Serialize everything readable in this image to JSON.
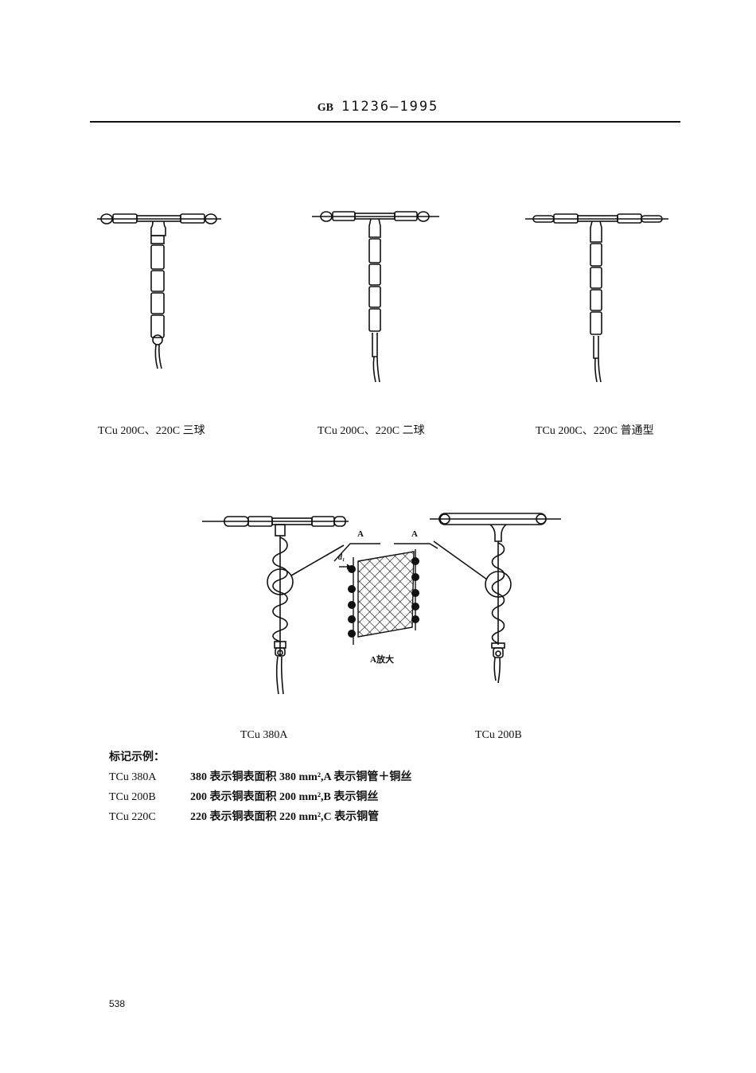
{
  "header": {
    "prefix": "GB",
    "number": "11236—1995"
  },
  "figures_top": [
    {
      "caption": "TCu 200C、220C 三球",
      "variant": "three-ball"
    },
    {
      "caption": "TCu 200C、220C 二球",
      "variant": "two-ball"
    },
    {
      "caption": "TCu 200C、220C 普通型",
      "variant": "standard"
    }
  ],
  "figures_bottom": [
    {
      "caption": "TCu 380A",
      "variant": "copper-tube-plus-wire"
    },
    {
      "caption": "TCu 200B",
      "variant": "copper-wire"
    }
  ],
  "detail": {
    "label_left": "A",
    "label_right": "A",
    "dimension": "d₁",
    "caption": "A放大"
  },
  "notes": {
    "heading": "标记示例：",
    "rows": [
      {
        "code": "TCu 380A",
        "desc": "380 表示铜表面积 380 mm²,A 表示铜管＋铜丝"
      },
      {
        "code": "TCu 200B",
        "desc": "200 表示铜表面积 200 mm²,B 表示铜丝"
      },
      {
        "code": "TCu 220C",
        "desc": "220 表示铜表面积 220 mm²,C 表示铜管"
      }
    ]
  },
  "footer": {
    "page_number": "538"
  }
}
